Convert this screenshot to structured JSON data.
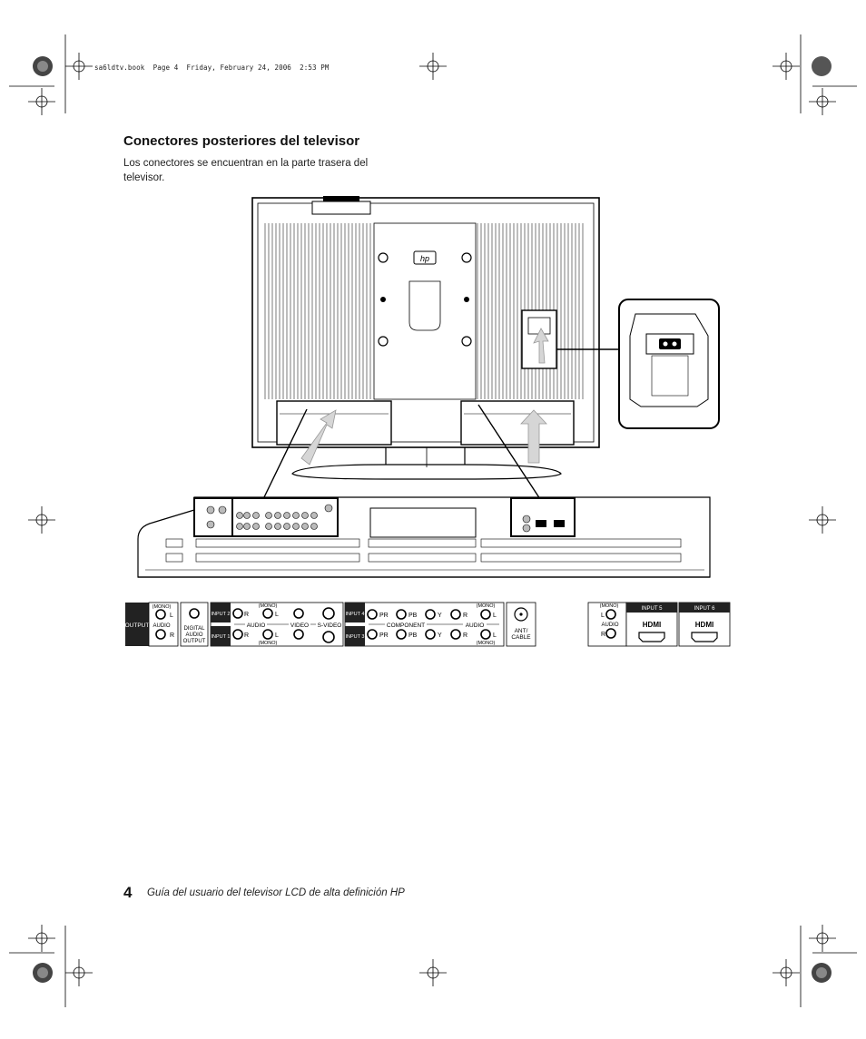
{
  "print_header": "sa6ldtv.book  Page 4  Friday, February 24, 2006  2:53 PM",
  "section": {
    "title": "Conectores posteriores del televisor",
    "description": "Los conectores se encuentran en la parte trasera del televisor."
  },
  "tv_panels": {
    "output": {
      "tag": "OUTPUT",
      "mono": "(MONO)",
      "audio": "AUDIO",
      "l": "L",
      "r": "R",
      "digital": [
        "DIGITAL",
        "AUDIO",
        "OUTPUT"
      ]
    },
    "inputs_12": {
      "input2": "INPUT 2",
      "input1": "INPUT 1",
      "r": "R",
      "l": "L",
      "mono_top": "(MONO)",
      "mono_bottom": "(MONO)",
      "audio": "AUDIO",
      "video": "VIDEO",
      "svideo": "S-VIDEO"
    },
    "inputs_34": {
      "input4": "INPUT 4",
      "input3": "INPUT 3",
      "pr": "PR",
      "pb": "PB",
      "y": "Y",
      "r": "R",
      "l": "L",
      "mono_top": "(MONO)",
      "mono_bottom": "(MONO)",
      "component": "COMPONENT",
      "audio": "AUDIO",
      "ant": [
        "ANT/",
        "CABLE"
      ]
    },
    "hdmi": {
      "mono": "(MONO)",
      "l": "L",
      "audio": "AUDIO",
      "r": "R",
      "input5": "INPUT 5",
      "input6": "INPUT 6",
      "logo": "HDMI"
    }
  },
  "footer": {
    "page_number": "4",
    "text": "Guía del usuario del televisor LCD de alta definición HP"
  }
}
